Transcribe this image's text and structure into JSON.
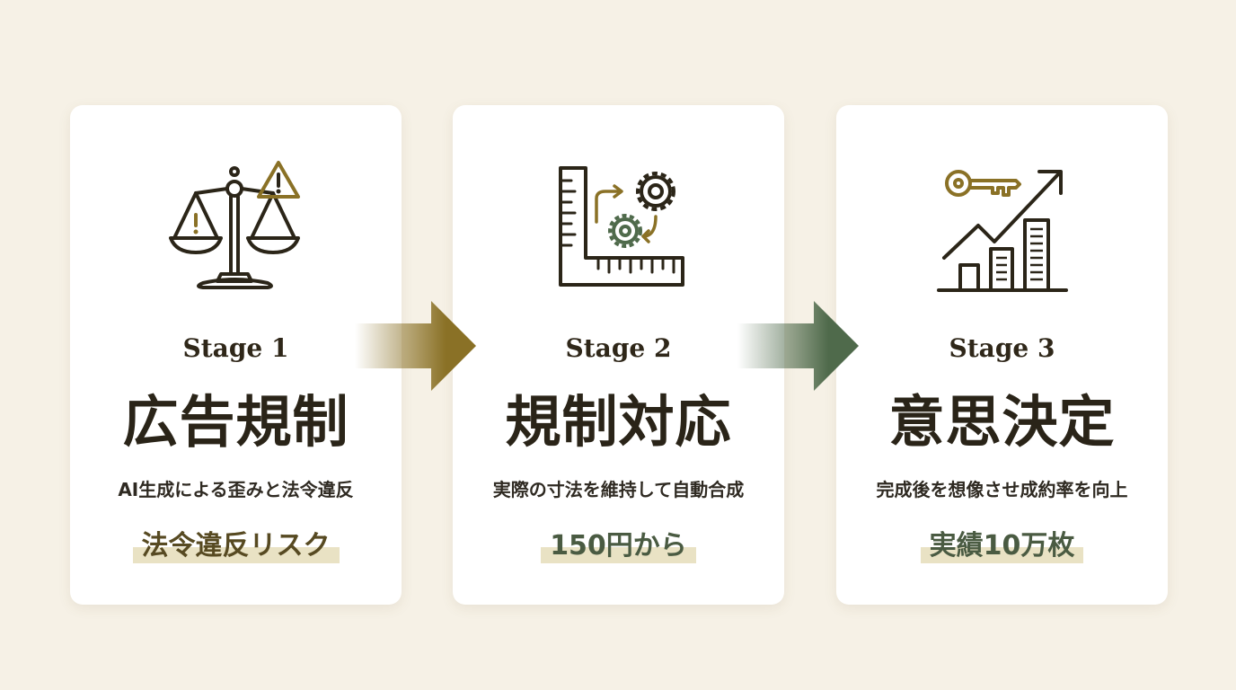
{
  "stages": [
    {
      "stage_label": "Stage 1",
      "title": "広告規制",
      "description": "AI生成による歪みと法令違反",
      "badge": "法令違反リスク",
      "icon": "scales-warning-icon"
    },
    {
      "stage_label": "Stage 2",
      "title": "規制対応",
      "description": "実際の寸法を維持して自動合成",
      "badge": "150円から",
      "icon": "ruler-gears-icon"
    },
    {
      "stage_label": "Stage 3",
      "title": "意思決定",
      "description": "完成後を想像させ成約率を向上",
      "badge": "実績10万枚",
      "icon": "key-growth-chart-icon"
    }
  ],
  "colors": {
    "background": "#f6f1e6",
    "card": "#ffffff",
    "gold": "#8a7126",
    "green": "#4f6a4b",
    "dark": "#2a2418"
  }
}
